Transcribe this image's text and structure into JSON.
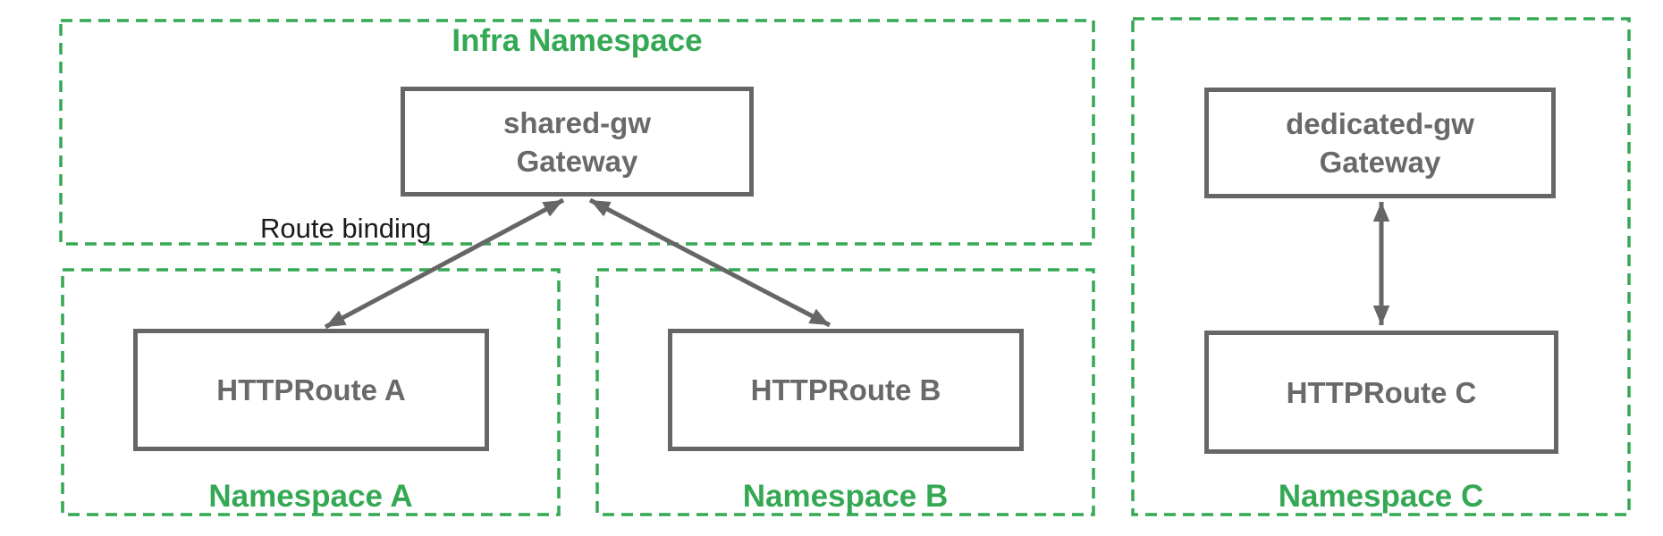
{
  "colors": {
    "green": "#34a853",
    "gray": "#666666",
    "text_dark": "#1a1a1a"
  },
  "infra_namespace": {
    "label": "Infra Namespace",
    "gateway": {
      "name": "shared-gw",
      "kind": "Gateway"
    }
  },
  "namespace_a": {
    "label": "Namespace A",
    "route": "HTTPRoute A"
  },
  "namespace_b": {
    "label": "Namespace B",
    "route": "HTTPRoute B"
  },
  "namespace_c": {
    "label": "Namespace C",
    "gateway": {
      "name": "dedicated-gw",
      "kind": "Gateway"
    },
    "route": "HTTPRoute C"
  },
  "annotations": {
    "route_binding": "Route binding"
  }
}
